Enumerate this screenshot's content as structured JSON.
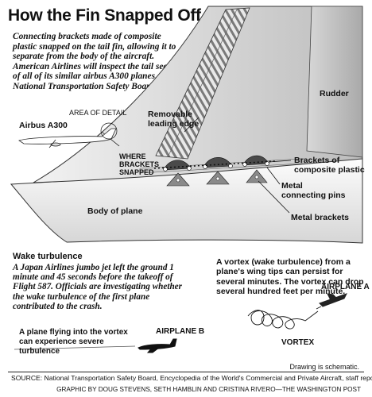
{
  "header": {
    "title": "How the Fin Snapped Off",
    "intro": "Connecting brackets made of composite plastic snapped on the tail fin, allowing it to separate from the body of the aircraft. American Airlines will inspect the tail section of all of its similar airbus A300 planes, the National Transportation Safety Board said."
  },
  "diagram": {
    "rudder": "Rudder",
    "removable_edge_line1": "Removable",
    "removable_edge_line2": "leading edge",
    "area_of_detail": "AREA OF DETAIL",
    "airbus_label": "Airbus A300",
    "where_line1": "WHERE",
    "where_line2": "BRACKETS",
    "where_line3": "SNAPPED",
    "brackets_composite_line1": "Brackets of",
    "brackets_composite_line2": "composite plastic",
    "metal_pins_line1": "Metal",
    "metal_pins_line2": "connecting pins",
    "body_of_plane": "Body of plane",
    "metal_brackets": "Metal brackets"
  },
  "wake": {
    "title": "Wake turbulence",
    "text": "A Japan Airlines jumbo jet left the ground 1 minute and 45 seconds before the takeoff of Flight 587. Officials are investigating whether the wake turbulence of the first plane contributed to the crash.",
    "vortex_text": "A vortex (wake turbulence) from a plane's wing tips can persist for several minutes. The vortex can drop several hundred feet per minute.",
    "airplane_a": "AIRPLANE A",
    "airplane_b": "AIRPLANE B",
    "vortex": "VORTEX",
    "flying_text": "A plane flying into the vortex can experience severe turbulence"
  },
  "footer": {
    "schematic": "Drawing is schematic.",
    "source": "SOURCE: National Transportation Safety Board, Encyclopedia of the World's Commercial and Private Aircraft, staff reports",
    "credit": "GRAPHIC BY DOUG STEVENS, SETH HAMBLIN AND CRISTINA RIVERO—THE WASHINGTON POST"
  }
}
